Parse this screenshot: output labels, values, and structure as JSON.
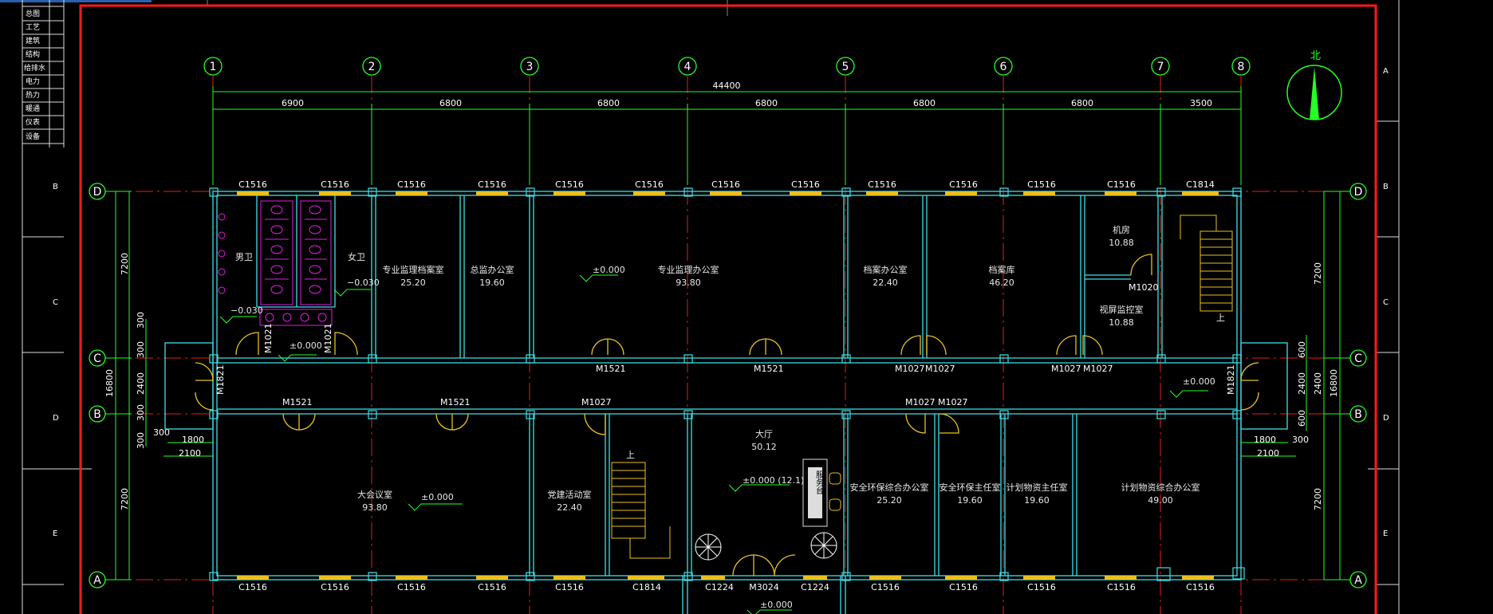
{
  "title_block": {
    "revision_rows": [
      "总图",
      "工艺",
      "建筑",
      "结构",
      "给排水",
      "电力",
      "热力",
      "暖通",
      "仪表",
      "设备"
    ],
    "zone_letters_left": [
      "B",
      "C",
      "D",
      "E"
    ],
    "zone_letters_right": [
      "A",
      "B",
      "C",
      "D",
      "E"
    ]
  },
  "north_arrow": {
    "label": "北"
  },
  "axes": {
    "columns": [
      "1",
      "2",
      "3",
      "4",
      "5",
      "6",
      "7",
      "8"
    ],
    "rows": [
      "D",
      "C",
      "B",
      "A"
    ]
  },
  "dimensions": {
    "overall": "44400",
    "bays": [
      "6900",
      "6800",
      "6800",
      "6800",
      "6800",
      "6800",
      "3500"
    ],
    "left_vertical": [
      "7200",
      "16800",
      "2400",
      "7200"
    ],
    "left_small": [
      "300",
      "300",
      "300",
      "300",
      "300"
    ],
    "left_horizontal": [
      "1800",
      "2100"
    ],
    "right_vertical": [
      "7200",
      "16800",
      "2400",
      "2400",
      "7200"
    ],
    "right_small": [
      "600",
      "600",
      "300"
    ],
    "right_horizontal": [
      "1800",
      "2100"
    ]
  },
  "rooms": [
    {
      "name": "男卫",
      "area": ""
    },
    {
      "name": "女卫",
      "area": ""
    },
    {
      "name": "专业监理档案室",
      "area": "25.20"
    },
    {
      "name": "总监办公室",
      "area": "19.60"
    },
    {
      "name": "专业监理办公室",
      "area": "93.80"
    },
    {
      "name": "档案办公室",
      "area": "22.40"
    },
    {
      "name": "档案库",
      "area": "46.20"
    },
    {
      "name": "机房",
      "area": "10.88"
    },
    {
      "name": "视屏监控室",
      "area": "10.88"
    },
    {
      "name": "大会议室",
      "area": "93.80"
    },
    {
      "name": "党建活动室",
      "area": "22.40"
    },
    {
      "name": "大厅",
      "area": "50.12"
    },
    {
      "name": "安全环保综合办公室",
      "area": "25.20"
    },
    {
      "name": "安全环保主任室",
      "area": "19.60"
    },
    {
      "name": "计划物资主任室",
      "area": "19.60"
    },
    {
      "name": "计划物资综合办公室",
      "area": "49.00"
    }
  ],
  "levels": [
    "±0.000",
    "±0.000",
    "±0.000",
    "±0.000",
    "±0.000 (12.1)",
    "±0.000",
    "−0.030",
    "−0.030"
  ],
  "windows_top": [
    "C1516",
    "C1516",
    "C1516",
    "C1516",
    "C1516",
    "C1516",
    "C1516",
    "C1516",
    "C1516",
    "C1516",
    "C1516",
    "C1516",
    "C1814"
  ],
  "windows_bottom": [
    "C1516",
    "C1516",
    "C1516",
    "C1516",
    "C1516",
    "C1814",
    "C1224",
    "M3024",
    "C1224",
    "C1516",
    "C1516",
    "C1516",
    "C1516",
    "C1516"
  ],
  "doors": [
    "M1021",
    "M1021",
    "M1521",
    "M1521",
    "M1027",
    "M1027",
    "M1027",
    "M1027",
    "M1020",
    "M1821",
    "M1821",
    "M1521",
    "M1521",
    "M1027",
    "M1027",
    "M1027"
  ],
  "hall_sign": "服务台",
  "stair_up": [
    "上",
    "上"
  ]
}
